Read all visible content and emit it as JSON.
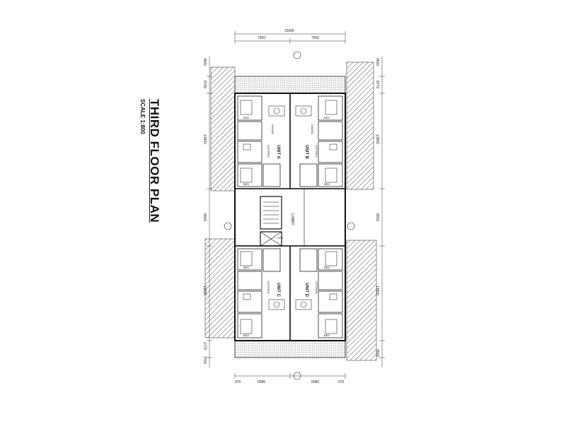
{
  "drawing": {
    "title": "THIRD FLOOR PLAN",
    "scale": "SCALE 1:800"
  },
  "dimensions": {
    "top_total": "15300",
    "top_left": "7550",
    "top_right": "7550",
    "bottom_left": "6580",
    "bottom_right": "6580",
    "bottom_left_small": "970",
    "bottom_right_small": "970",
    "left_top_a": "4500",
    "left_top_b": "8700",
    "left_upper": "13900",
    "left_middle": "8000",
    "left_lower": "13900",
    "left_bottom_a": "1770",
    "left_bottom_b": "3700",
    "right_top_a": "4500",
    "right_top_b": "8770",
    "right_upper": "13900",
    "right_middle": "8000",
    "right_lower": "13900",
    "right_bottom": "4500"
  },
  "units": {
    "unit_a_label": "UNIT A",
    "unit_b_label": "UNIT B",
    "unit_c_label": "UNIT C",
    "unit_d_label": "UNIT D"
  },
  "rooms": {
    "bed": "BED",
    "kitchen": "KITCHEN",
    "dining": "DINING",
    "lobby": "LOBBY",
    "lift": "LIFT"
  }
}
